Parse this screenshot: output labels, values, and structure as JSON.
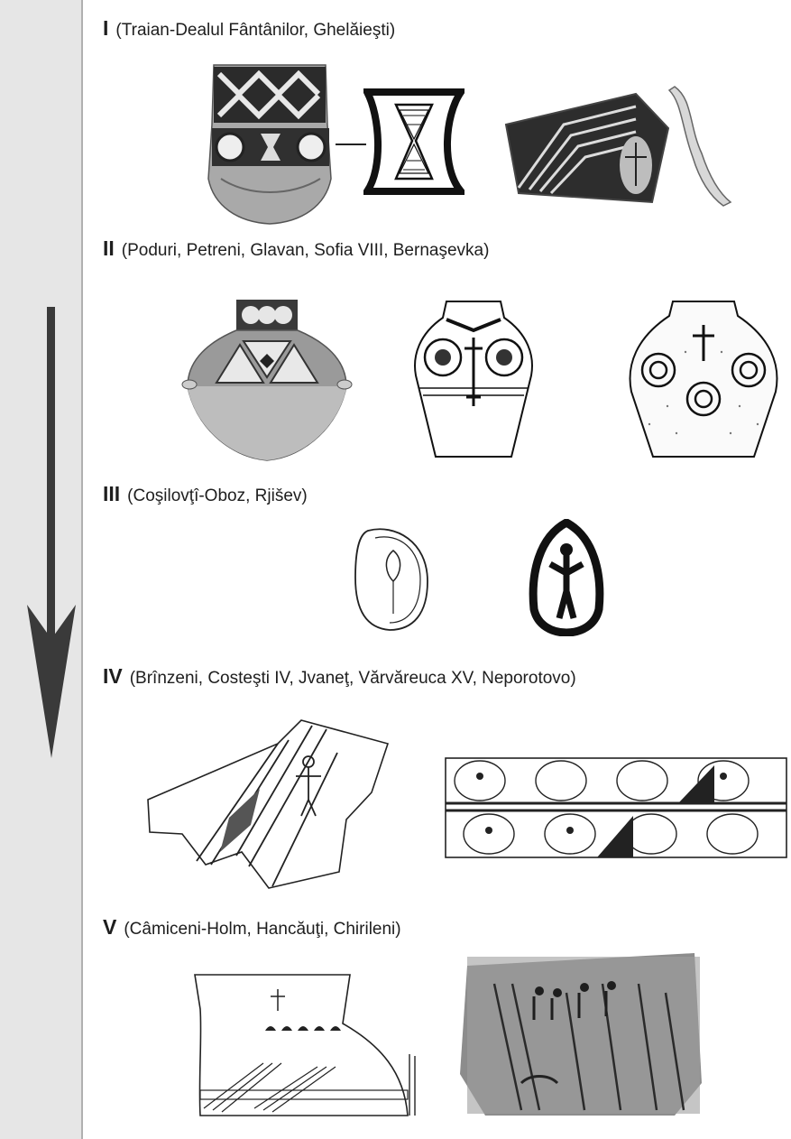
{
  "periods": [
    {
      "numeral": "I",
      "sites": "(Traian-Dealul Fântânilor, Ghelăieşti)"
    },
    {
      "numeral": "II",
      "sites": "(Poduri, Petreni, Glavan, Sofia VIII, Bernaşevka)"
    },
    {
      "numeral": "III",
      "sites": "(Coşilovţî-Oboz, Rjišev)"
    },
    {
      "numeral": "IV",
      "sites": "(Brînzeni, Costeşti IV, Jvaneţ, Vărvăreuca XV, Neporotovo)"
    },
    {
      "numeral": "V",
      "sites": "(Câmiceni-Holm, Hancăuţi, Chirileni)"
    }
  ],
  "colors": {
    "band": "#e6e6e6",
    "arrow": "#3a3a3a",
    "ink": "#1e1e1e"
  }
}
